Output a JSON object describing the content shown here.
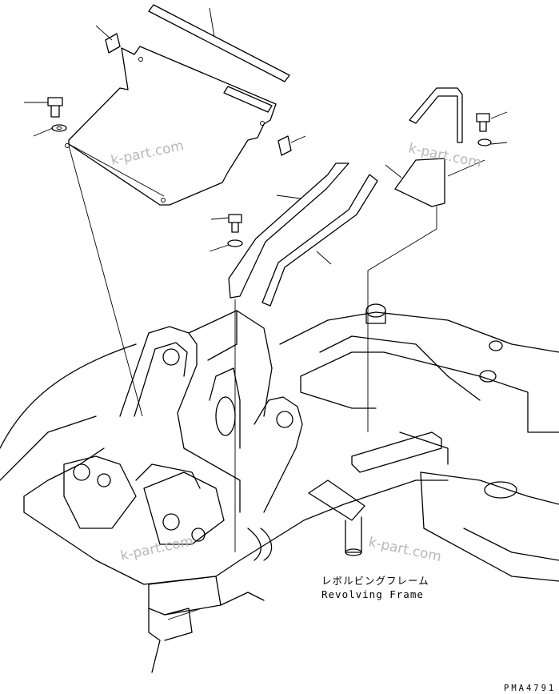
{
  "labels": {
    "frame_jp": "レボルビングフレーム",
    "frame_en": "Revolving Frame",
    "drawing_code": "PMA4791"
  },
  "watermarks": [
    "k-part.com",
    "k-part.com",
    "k-part.com",
    "k-part.com"
  ],
  "colors": {
    "line": "#000000",
    "watermark": "#b8b8b8",
    "background": "#ffffff"
  }
}
